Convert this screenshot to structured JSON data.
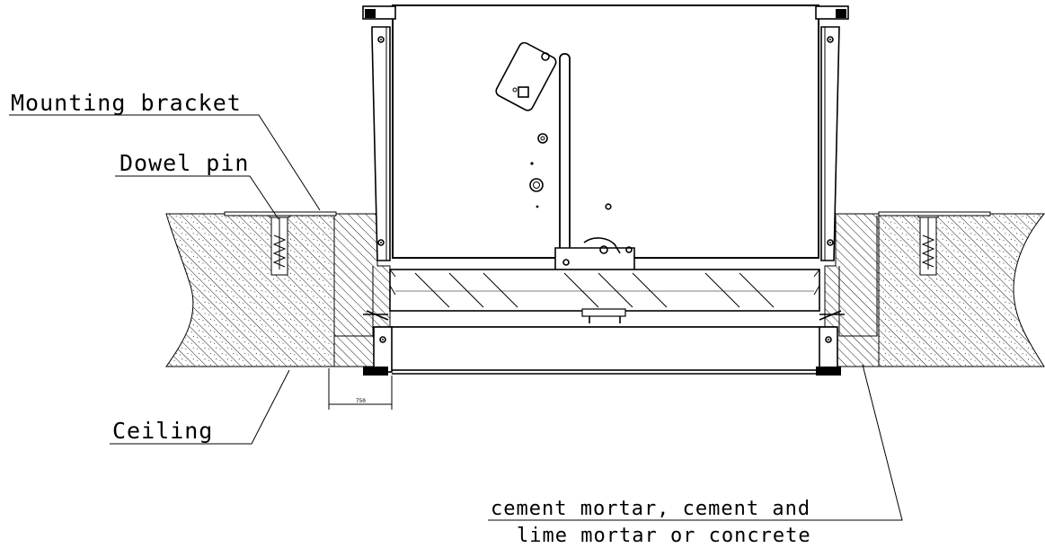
{
  "labels": {
    "mounting_bracket": "Mounting bracket",
    "dowel_pin": "Dowel pin",
    "ceiling": "Ceiling",
    "mortar_line1": "cement mortar, cement and",
    "mortar_line2": "lime mortar or concrete",
    "dimension": "750"
  }
}
